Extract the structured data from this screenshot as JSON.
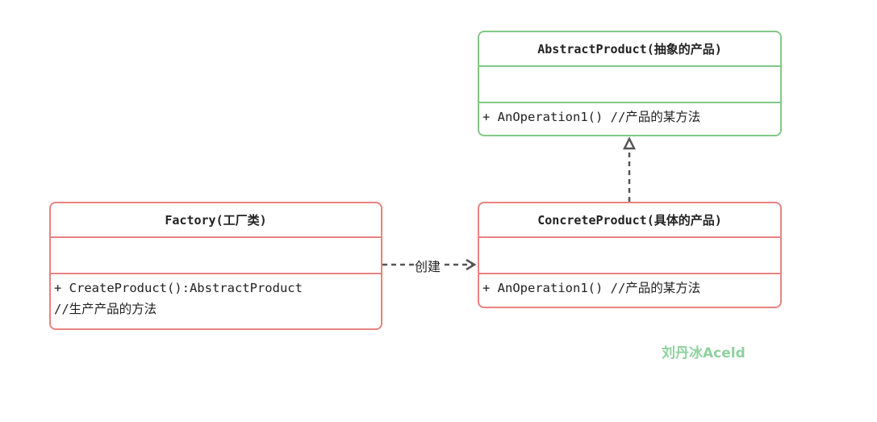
{
  "classes": {
    "abstract_product": {
      "title": "AbstractProduct(抽象的产品)",
      "operations": [
        "+ AnOperation1() //产品的某方法"
      ]
    },
    "concrete_product": {
      "title": "ConcreteProduct(具体的产品)",
      "operations": [
        "+ AnOperation1() //产品的某方法"
      ]
    },
    "factory": {
      "title": "Factory(工厂类)",
      "operations": [
        "+ CreateProduct():AbstractProduct",
        "//生产产品的方法"
      ]
    }
  },
  "relations": {
    "create_label": "创建",
    "create_type": "dependency",
    "realization_type": "realization"
  },
  "watermark": "刘丹冰Aceld",
  "colors": {
    "abstract": "#82c785",
    "concrete": "#e88283",
    "arrow": "#555555",
    "watermark": "#8fd19e"
  }
}
